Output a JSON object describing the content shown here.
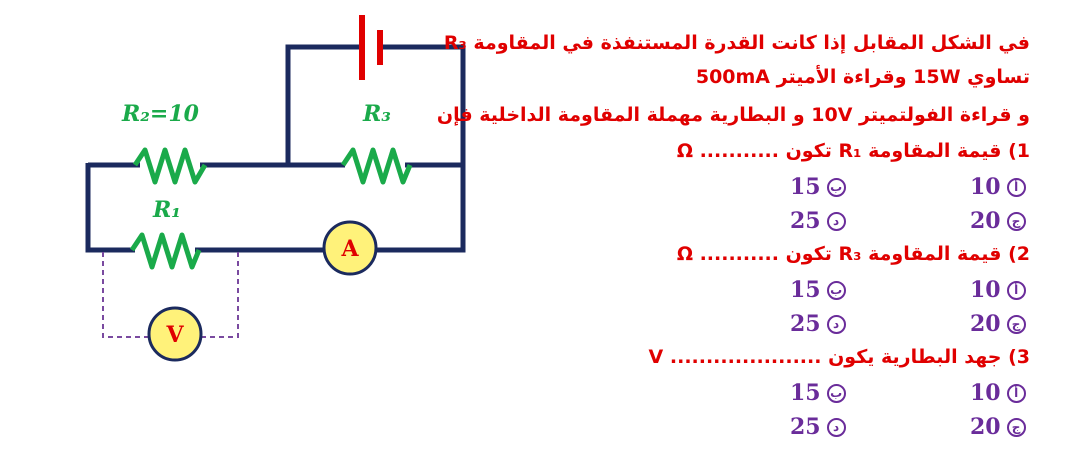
{
  "diagram": {
    "r2_label": "R₂=10",
    "r3_label": "R₃",
    "r1_label": "R₁",
    "ammeter_label": "A",
    "voltmeter_label": "V",
    "colors": {
      "wire": "#1b2a5e",
      "resistor": "#1aaa4a",
      "battery": "#e00000",
      "meter": "#fff27a",
      "dashed": "#7a4aa0"
    }
  },
  "question": {
    "line1": "في الشكل المقابل إذا كانت القدرة المستنفذة في المقاومة R₃",
    "line2": "تساوي 15W وقراءة الأميتر  500mA",
    "line3": "و قراءة الفولتميتر 10V و البطارية مهملة المقاومة الداخلية فإن"
  },
  "items": [
    {
      "prompt": "1) قيمة المقاومة R₁ تكون ...........  Ω",
      "options": [
        {
          "letter": "أ",
          "value": "10"
        },
        {
          "letter": "ب",
          "value": "15"
        },
        {
          "letter": "ج",
          "value": "20"
        },
        {
          "letter": "د",
          "value": "25"
        }
      ]
    },
    {
      "prompt": "2) قيمة المقاومة R₃ تكون ........... Ω",
      "options": [
        {
          "letter": "أ",
          "value": "10"
        },
        {
          "letter": "ب",
          "value": "15"
        },
        {
          "letter": "ج",
          "value": "20"
        },
        {
          "letter": "د",
          "value": "25"
        }
      ]
    },
    {
      "prompt": "3) جهد البطارية يكون ..................... V",
      "options": [
        {
          "letter": "أ",
          "value": "10"
        },
        {
          "letter": "ب",
          "value": "15"
        },
        {
          "letter": "ج",
          "value": "20"
        },
        {
          "letter": "د",
          "value": "25"
        }
      ]
    }
  ]
}
